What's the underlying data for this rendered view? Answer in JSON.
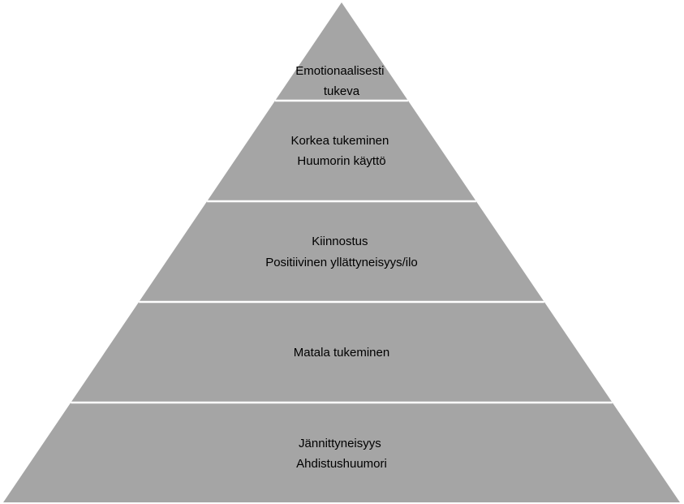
{
  "pyramid": {
    "fill_color": "#a5a5a5",
    "divider_color": "#ffffff",
    "text_color": "#000000",
    "tiers": [
      {
        "lines": [
          "Emotionaalisesti",
          "tukeva"
        ]
      },
      {
        "lines": [
          "Korkea tukeminen",
          "Huumorin käyttö"
        ]
      },
      {
        "lines": [
          "Kiinnostus",
          "Positiivinen yllättyneisyys/ilo"
        ]
      },
      {
        "lines": [
          "Matala tukeminen"
        ]
      },
      {
        "lines": [
          "Jännittyneisyys",
          "Ahdistushuumori"
        ]
      }
    ]
  }
}
